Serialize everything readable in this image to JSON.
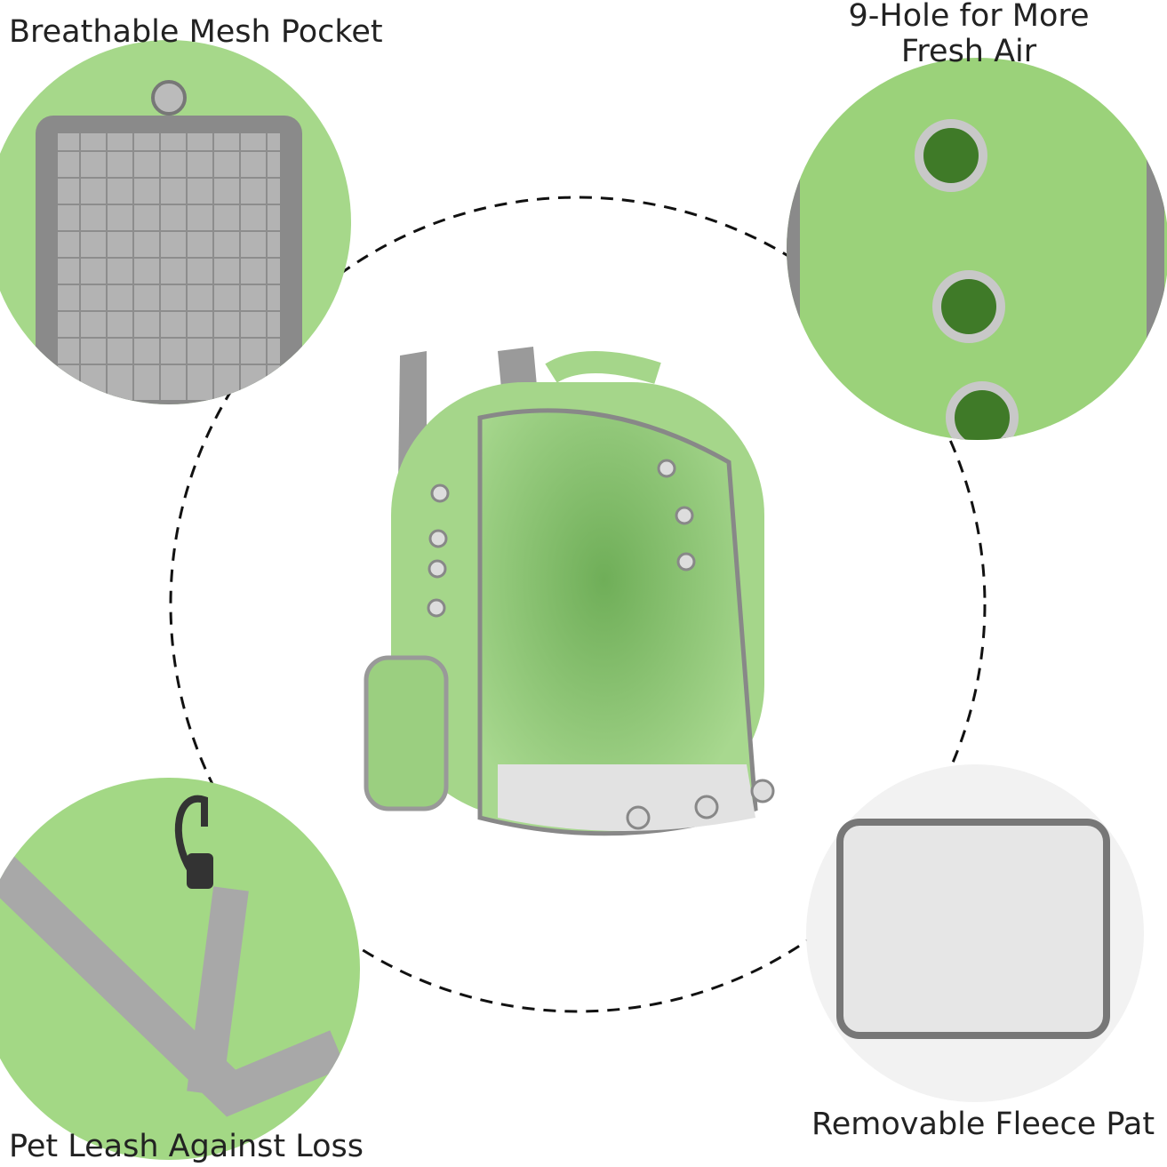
{
  "features": {
    "mesh_pocket": "Breathable Mesh Pocket",
    "holes_line1": "9-Hole for More",
    "holes_line2": "Fresh Air",
    "leash": "Pet Leash Against Loss",
    "fleece": "Removable Fleece Pat"
  },
  "colors": {
    "fabric_green": "#9fd47f",
    "trim_gray": "#9a9a9a",
    "bubble_green": "#7fbf68",
    "fleece": "#e8e8e8"
  }
}
